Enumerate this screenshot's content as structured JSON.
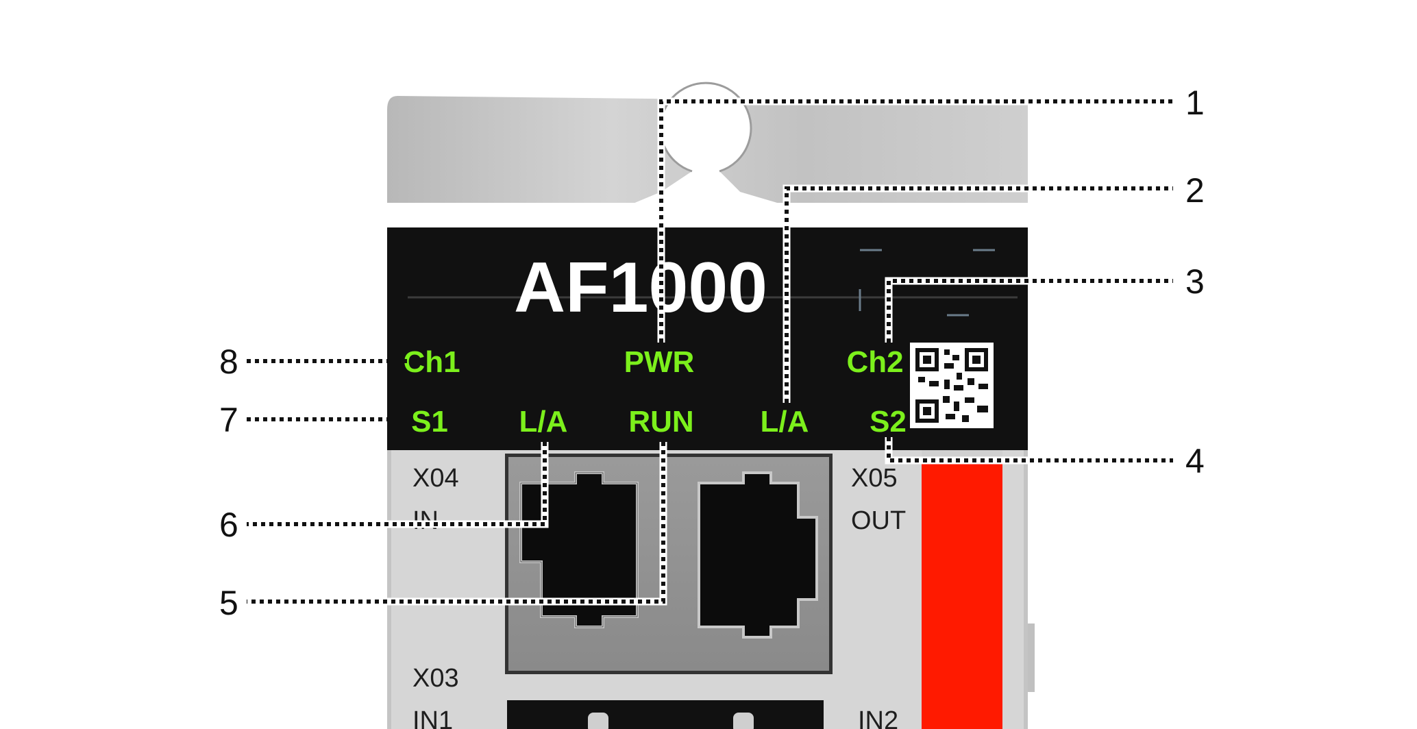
{
  "device": {
    "model": "AF1000",
    "led_labels": {
      "ch1": "Ch1",
      "pwr": "PWR",
      "ch2": "Ch2",
      "s1": "S1",
      "la_left": "L/A",
      "run": "RUN",
      "la_right": "L/A",
      "s2": "S2"
    },
    "port_labels": {
      "x04": "X04",
      "x04_sub": "IN",
      "x05": "X05",
      "x05_sub": "OUT",
      "x03": "X03",
      "x03_sub": "IN1",
      "in2": "IN2"
    }
  },
  "callouts": [
    "1",
    "2",
    "3",
    "4",
    "5",
    "6",
    "7",
    "8"
  ],
  "colors": {
    "led_green": "#7cf01c",
    "panel_black": "#111111",
    "housing_grey": "#d6d6d6",
    "accent_red": "#ff1a00"
  }
}
